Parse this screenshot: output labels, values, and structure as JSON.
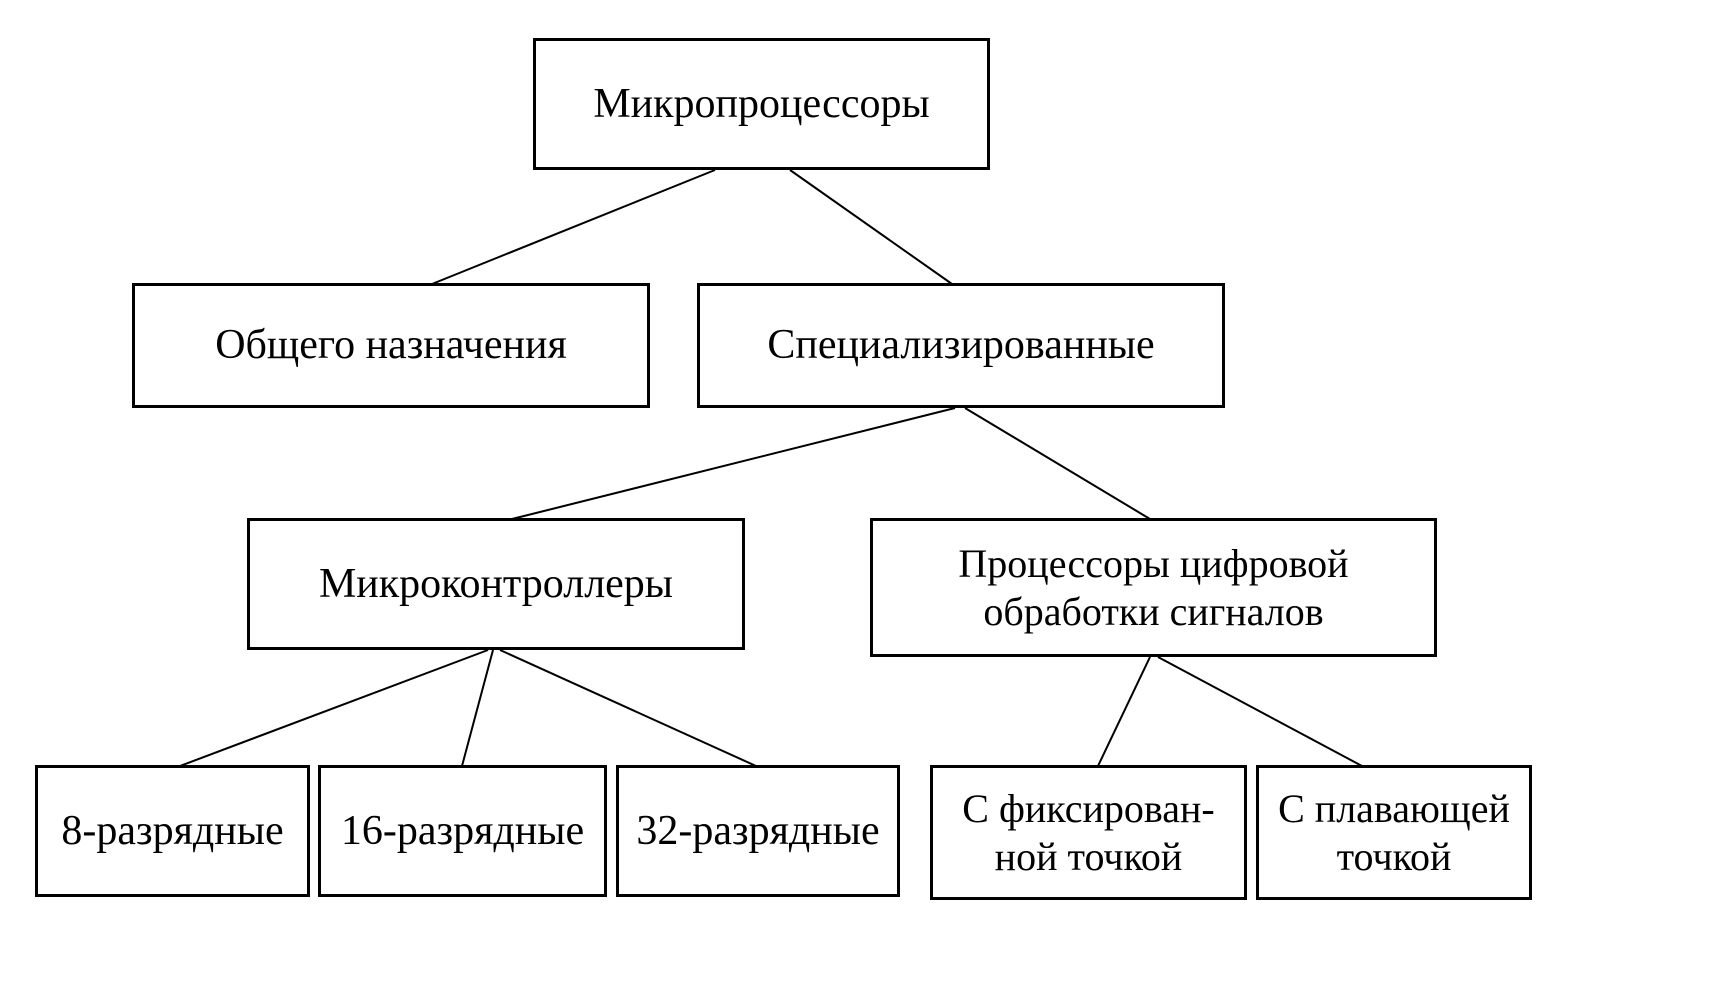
{
  "diagram": {
    "title": "Microprocessor classification tree",
    "line_color": "#000000",
    "box_border_color": "#000000",
    "background_color": "#ffffff",
    "nodes": {
      "root": {
        "label": "Микропроцессоры"
      },
      "general": {
        "label": "Общего назначения"
      },
      "specialized": {
        "label": "Специализированные"
      },
      "microcontrollers": {
        "label": "Микроконтроллеры"
      },
      "dsp": {
        "lines": [
          "Процессоры цифровой",
          "обработки сигналов"
        ]
      },
      "bit8": {
        "label": "8-разрядные"
      },
      "bit16": {
        "label": "16-разрядные"
      },
      "bit32": {
        "label": "32-разрядные"
      },
      "fixed_point": {
        "lines": [
          "С фиксирован-",
          "ной точкой"
        ]
      },
      "floating_point": {
        "lines": [
          "С плавающей",
          "точкой"
        ]
      }
    },
    "edges": [
      {
        "from": "root",
        "to": "general"
      },
      {
        "from": "root",
        "to": "specialized"
      },
      {
        "from": "specialized",
        "to": "microcontrollers"
      },
      {
        "from": "specialized",
        "to": "dsp"
      },
      {
        "from": "microcontrollers",
        "to": "bit8"
      },
      {
        "from": "microcontrollers",
        "to": "bit16"
      },
      {
        "from": "microcontrollers",
        "to": "bit32"
      },
      {
        "from": "dsp",
        "to": "fixed_point"
      },
      {
        "from": "dsp",
        "to": "floating_point"
      }
    ]
  }
}
